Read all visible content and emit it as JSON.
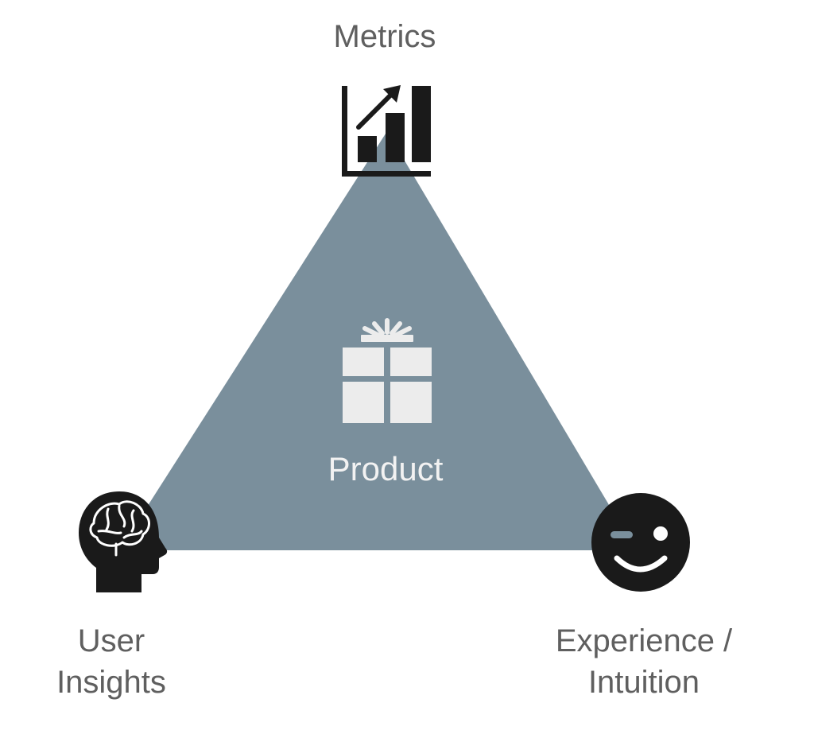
{
  "diagram": {
    "center_label": "Product",
    "vertices": {
      "top": {
        "label_lines": [
          "Metrics"
        ],
        "icon": "bar-chart-growth-icon"
      },
      "bottom_left": {
        "label_lines": [
          "User",
          "Insights"
        ],
        "icon": "head-brain-icon"
      },
      "bottom_right": {
        "label_lines": [
          "Experience /",
          "Intuition"
        ],
        "icon": "winking-face-icon"
      }
    },
    "center_icon": "gift-box-icon",
    "colors": {
      "triangle_fill": "#7a8f9c",
      "icon_dark": "#1a1a1a",
      "center_icon_fill": "#ececec",
      "label_text": "#5f5f5f",
      "center_text": "#f2f2f2"
    }
  }
}
